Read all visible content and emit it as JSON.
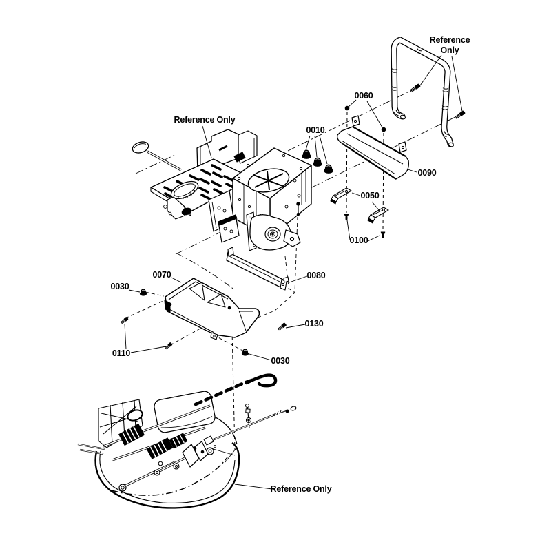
{
  "page": {
    "background_color": "#ffffff",
    "line_color": "#000000",
    "kind": "exploded-parts-diagram"
  },
  "diagram": {
    "labels": {
      "ref_seat": "Reference Only",
      "ref_rollbar_line1": "Reference",
      "ref_rollbar_line2": "Only",
      "ref_deck": "Reference Only",
      "item_0010": "0010",
      "item_0030_left": "0030",
      "item_0030_bottom": "0030",
      "item_0050": "0050",
      "item_0060": "0060",
      "item_0070": "0070",
      "item_0080": "0080",
      "item_0090": "0090",
      "item_0100": "0100",
      "item_0110": "0110",
      "item_0130": "0130"
    }
  }
}
